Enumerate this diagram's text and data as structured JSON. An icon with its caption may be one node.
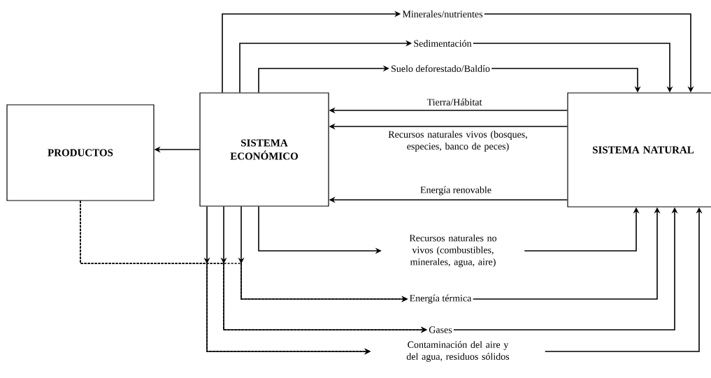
{
  "diagram": {
    "nodes": [
      {
        "text": [
          "PRODUCTOS"
        ]
      },
      {
        "text": [
          "SISTEMA ECONÓMICO"
        ]
      },
      {
        "text": [
          "SISTEMA NATURAL"
        ]
      },
      {
        "text": [
          "Minerales/nutrientes"
        ]
      },
      {
        "text": [
          "Sedimentación"
        ]
      },
      {
        "text": [
          "Suelo deforestado/Baldío"
        ]
      },
      {
        "text": [
          "Recursos naturales no vivos (combustibles, minerales, agua, aire)"
        ]
      },
      {
        "text": [
          "Energía térmica"
        ]
      },
      {
        "text": [
          "Gases"
        ]
      },
      {
        "text": [
          "Contaminación del aire y del agua, residuos sólidos"
        ]
      }
    ],
    "edges": [
      {
        "from": 1,
        "to": 0,
        "arrow": "to"
      },
      {
        "from": 1,
        "to": 3,
        "arrow": "to"
      },
      {
        "from": 3,
        "to": 2,
        "arrow": "to"
      },
      {
        "from": 1,
        "to": 4,
        "arrow": "to"
      },
      {
        "from": 4,
        "to": 2,
        "arrow": "to"
      },
      {
        "from": 1,
        "to": 5,
        "arrow": "to"
      },
      {
        "from": 5,
        "to": 2,
        "arrow": "to"
      },
      {
        "from": 2,
        "to": 1,
        "arrow": "to",
        "label": "Tierra/Hábitat"
      },
      {
        "from": 2,
        "to": 1,
        "arrow": "to",
        "label": "Recursos naturales vivos (bosques, especies, banco de peces)"
      },
      {
        "from": 2,
        "to": 1,
        "arrow": "to",
        "label": "Energía renovable"
      },
      {
        "from": 1,
        "to": 6,
        "arrow": "to"
      },
      {
        "from": 6,
        "to": 2,
        "arrow": "to"
      },
      {
        "from": 1,
        "to": 7,
        "arrow": "to"
      },
      {
        "from": 7,
        "to": 2,
        "arrow": "to"
      },
      {
        "from": 1,
        "to": 8,
        "arrow": "to"
      },
      {
        "from": 8,
        "to": 2,
        "arrow": "to"
      },
      {
        "from": 1,
        "to": 9,
        "arrow": "to"
      },
      {
        "from": 9,
        "to": 2,
        "arrow": "to"
      },
      {
        "from": 0,
        "to": 9,
        "arrow": "to",
        "style": "dashed"
      },
      {
        "from": 0,
        "to": 8,
        "arrow": "to",
        "style": "dashed"
      },
      {
        "from": 0,
        "to": 7,
        "arrow": "to",
        "style": "dashed"
      }
    ]
  }
}
